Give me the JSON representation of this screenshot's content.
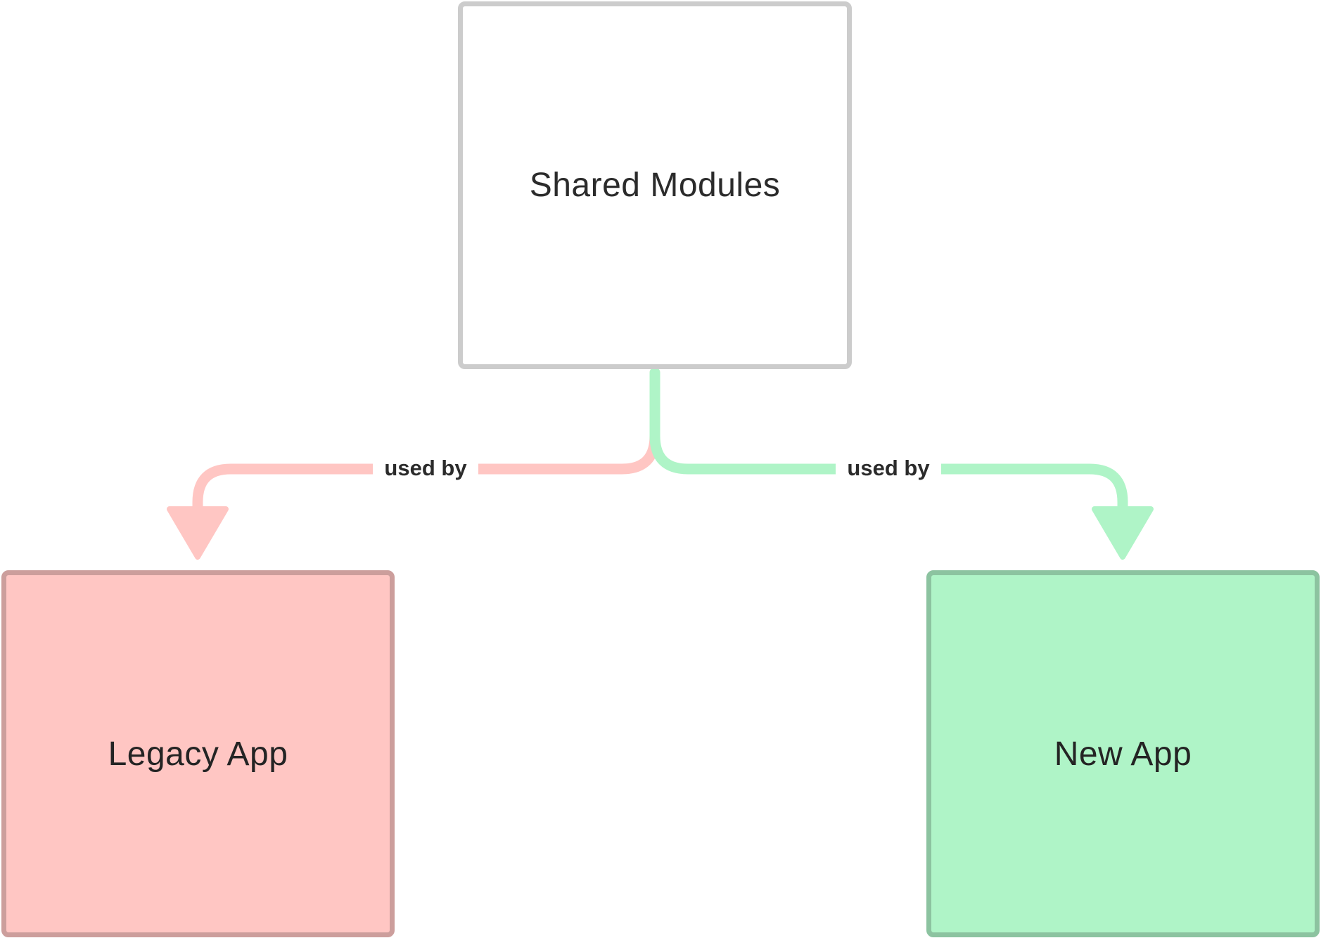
{
  "nodes": {
    "shared": {
      "label": "Shared Modules",
      "fill": "#ffffff",
      "stroke": "#cccccc"
    },
    "legacy": {
      "label": "Legacy App",
      "fill": "#ffc6c3",
      "stroke": "#cc9e9c"
    },
    "new": {
      "label": "New App",
      "fill": "#aff4c7",
      "stroke": "#8cc3a0"
    }
  },
  "edges": [
    {
      "from": "shared",
      "to": "legacy",
      "label": "used by",
      "color": "#ffc6c3"
    },
    {
      "from": "shared",
      "to": "new",
      "label": "used by",
      "color": "#aff4c7"
    }
  ]
}
